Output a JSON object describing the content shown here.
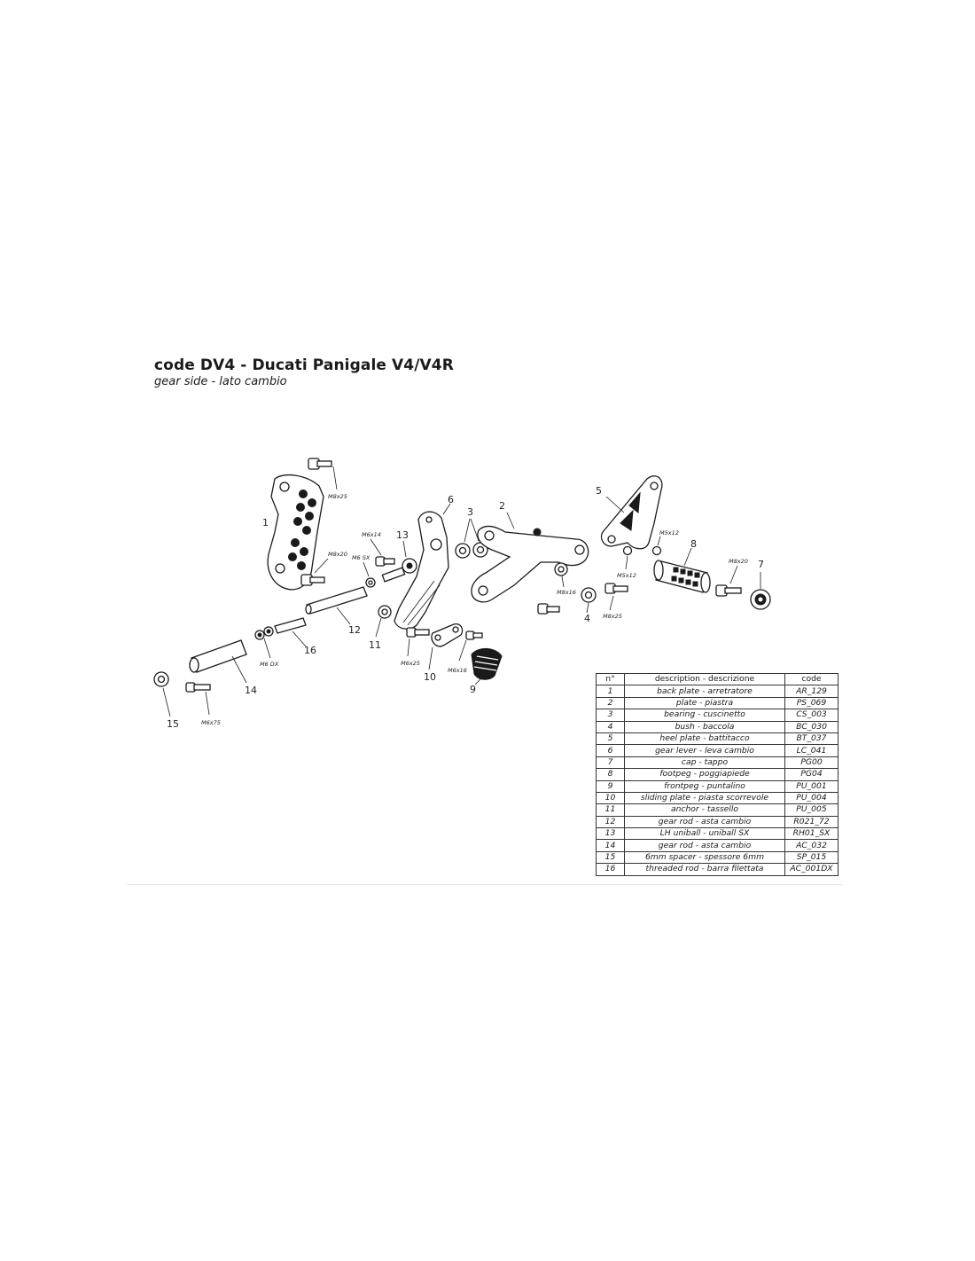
{
  "title": "code DV4 - Ducati Panigale V4/V4R",
  "subtitle": "gear side - lato cambio",
  "labels": {
    "n1": "1",
    "n2": "2",
    "n3": "3",
    "n4": "4",
    "n5": "5",
    "n6": "6",
    "n7": "7",
    "n8": "8",
    "n9": "9",
    "n10": "10",
    "n11": "11",
    "n12": "12",
    "n13": "13",
    "n14": "14",
    "n15": "15",
    "n16": "16"
  },
  "fasteners": {
    "f_m8x25_top": "M8x25",
    "f_m8x20_left": "M8x20",
    "f_m6x14": "M6x14",
    "f_m6sx": "M6 SX",
    "f_m5x12_top": "M5x12",
    "f_m5x12_low": "M5x12",
    "f_m8x16": "M8x16",
    "f_m8x20_right": "M8x20",
    "f_m8x25_mid": "M8x25",
    "f_m6x25": "M6x25",
    "f_m6x16": "M6x16",
    "f_m6dx": "M6 DX",
    "f_m6x75": "M6x75"
  },
  "table": {
    "headers": [
      "n°",
      "description - descrizione",
      "code"
    ],
    "rows": [
      [
        "1",
        "back plate - arretratore",
        "AR_129"
      ],
      [
        "2",
        "plate - piastra",
        "PS_069"
      ],
      [
        "3",
        "bearing - cuscinetto",
        "CS_003"
      ],
      [
        "4",
        "bush - baccola",
        "BC_030"
      ],
      [
        "5",
        "heel plate - battitacco",
        "BT_037"
      ],
      [
        "6",
        "gear lever - leva cambio",
        "LC_041"
      ],
      [
        "7",
        "cap - tappo",
        "PG00"
      ],
      [
        "8",
        "footpeg - poggiapiede",
        "PG04"
      ],
      [
        "9",
        "frontpeg - puntalino",
        "PU_001"
      ],
      [
        "10",
        "sliding plate - piasta scorrevole",
        "PU_004"
      ],
      [
        "11",
        "anchor - tassello",
        "PU_005"
      ],
      [
        "12",
        "gear rod - asta cambio",
        "R021_72"
      ],
      [
        "13",
        "LH uniball - uniball SX",
        "RH01_SX"
      ],
      [
        "14",
        "gear rod - asta cambio",
        "AC_032"
      ],
      [
        "15",
        "6mm spacer - spessore 6mm",
        "SP_015"
      ],
      [
        "16",
        "threaded rod - barra filettata",
        "AC_001DX"
      ]
    ]
  }
}
